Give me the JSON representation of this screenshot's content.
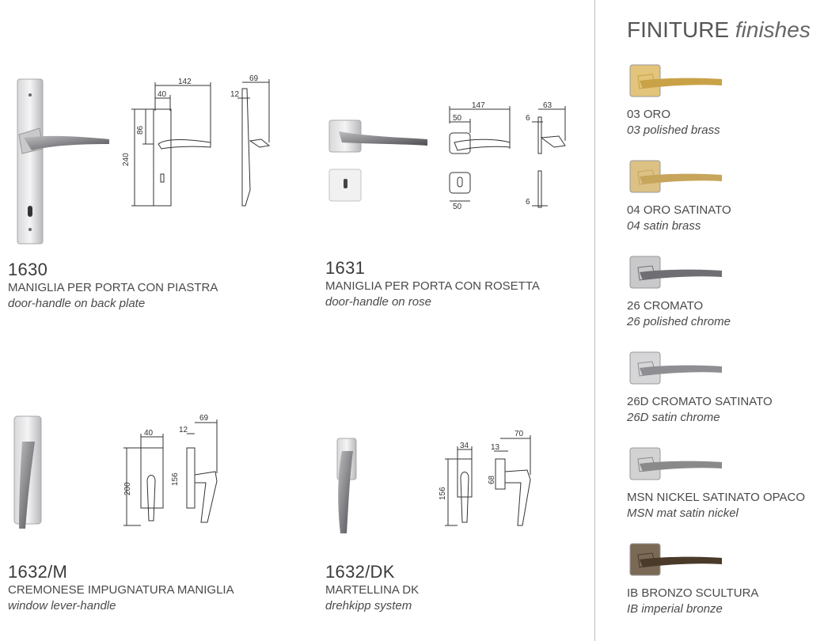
{
  "finishes_header": {
    "title_main": "FINITURE",
    "title_italic": "finishes"
  },
  "products": [
    {
      "code": "1630",
      "title": "MAGLIA PER PORTA CON PIASTRA",
      "subtitle": "door-handle on back plate"
    },
    {
      "code": "1631",
      "title": "MANIGLIA PER PORTA CON ROSETTA",
      "subtitle": "door-handle on rose"
    },
    {
      "code": "1632/M",
      "title": "CREMONESE IMPUGNATURA MANIGLIA",
      "subtitle": "window lever-handle"
    },
    {
      "code": "1632/DK",
      "title": "MARTELLINA DK",
      "subtitle": "drehkipp system"
    }
  ],
  "dimensions": {
    "p1630": {
      "width": "142",
      "rose": "40",
      "height": "240",
      "lever_height": "86",
      "depth": "69",
      "plate": "12"
    },
    "p1631": {
      "width": "147",
      "rose": "50",
      "rose_bottom": "50",
      "depth": "63",
      "plate": "6",
      "plate_bottom": "6"
    },
    "p1632m": {
      "rose": "40",
      "height": "200",
      "plate": "12",
      "depth": "69",
      "lever_height": "156"
    },
    "p1632dk": {
      "rose": "34",
      "height": "156",
      "plate": "13",
      "depth": "70",
      "lever_height": "68"
    }
  },
  "finishes": [
    {
      "name": "03 ORO",
      "subtitle": "03 polished brass",
      "color": "#c9a247",
      "plate": "#e2c47a"
    },
    {
      "name": "04 ORO SATINATO",
      "subtitle": "04 satin brass",
      "color": "#c7a55a",
      "plate": "#dcc185"
    },
    {
      "name": "26 CROMATO",
      "subtitle": "26 polished chrome",
      "color": "#6f6f73",
      "plate": "#c9c9cc"
    },
    {
      "name": "26D CROMATO SATINATO",
      "subtitle": "26D satin chrome",
      "color": "#8f8f93",
      "plate": "#d6d6d8"
    },
    {
      "name": "MSN NICKEL SATINATO OPACO",
      "subtitle": "MSN mat satin nickel",
      "color": "#8a8a8a",
      "plate": "#d2d2d2"
    },
    {
      "name": "IB BRONZO SCULTURA",
      "subtitle": "IB imperial bronze",
      "color": "#4a3a2a",
      "plate": "#7a6a55"
    }
  ]
}
